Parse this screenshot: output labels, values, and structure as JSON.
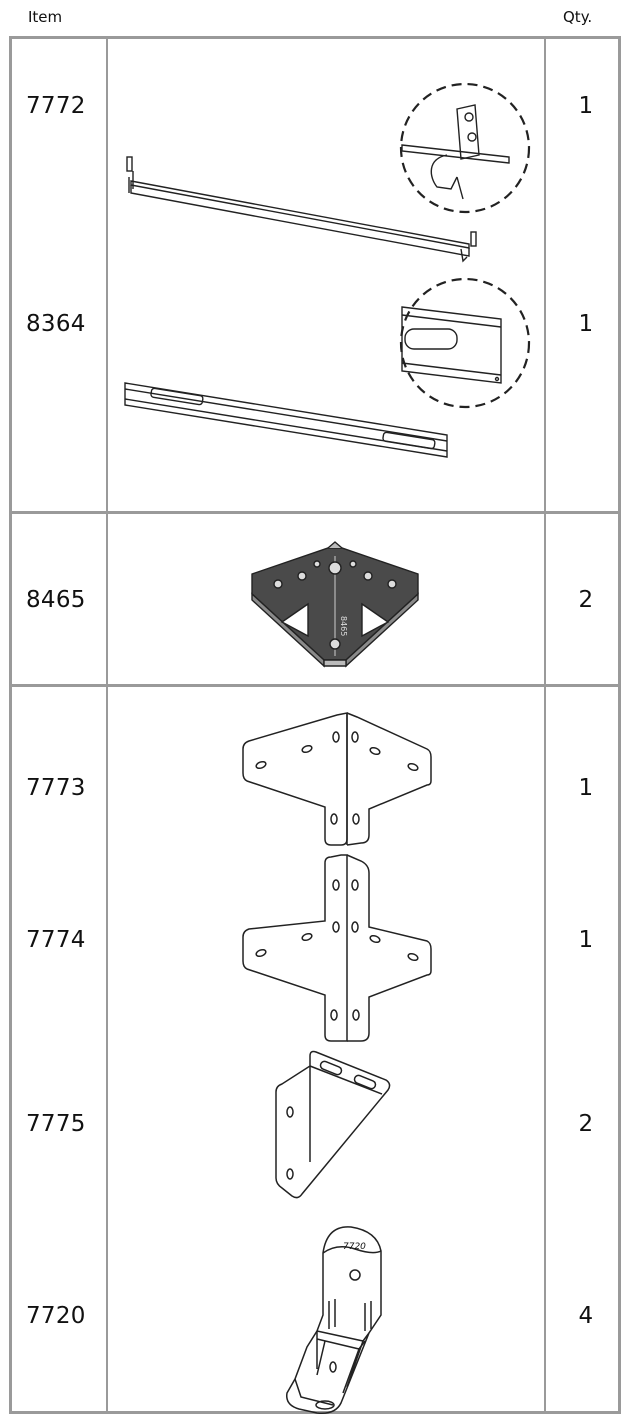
{
  "header": {
    "item_label": "Item",
    "qty_label": "Qty."
  },
  "rows": [
    {
      "item": "7772",
      "qty": "1",
      "part_stamp": ""
    },
    {
      "item": "8364",
      "qty": "1"
    },
    {
      "item": "8465",
      "qty": "2",
      "part_stamp": "8465"
    },
    {
      "item": "7773",
      "qty": "1"
    },
    {
      "item": "7774",
      "qty": "1"
    },
    {
      "item": "7775",
      "qty": "2"
    },
    {
      "item": "7720",
      "qty": "4",
      "part_stamp": "7720"
    }
  ],
  "colors": {
    "border": "#9a9a9a",
    "line": "#222222",
    "fill_dark": "#4a4a4a"
  }
}
